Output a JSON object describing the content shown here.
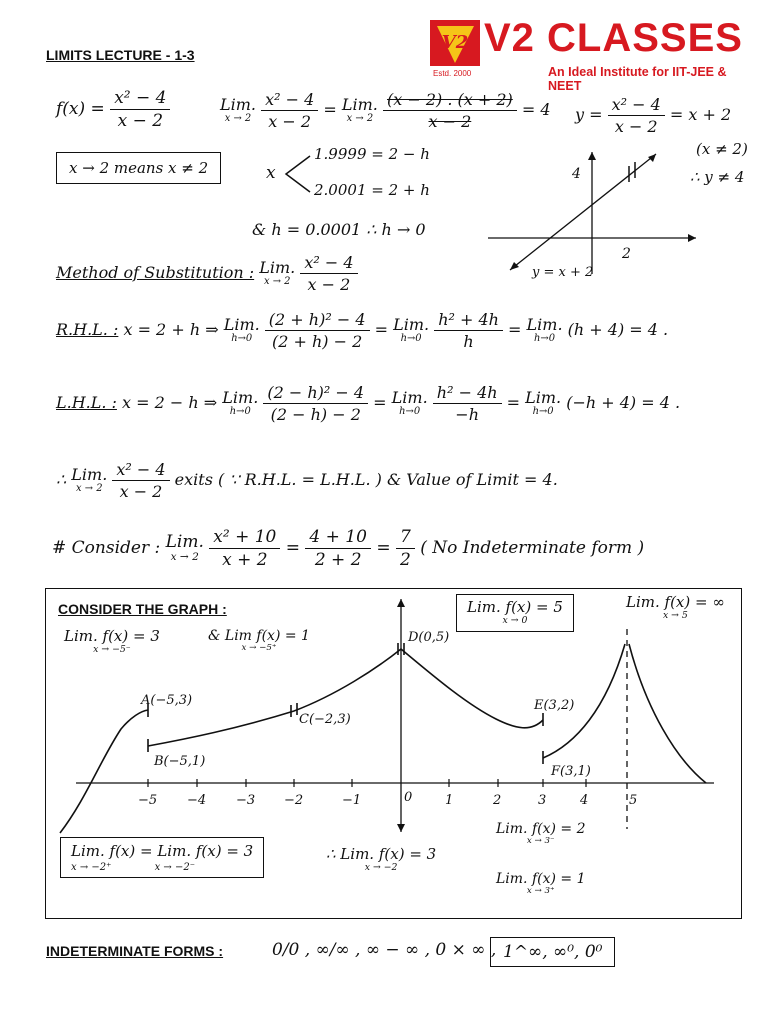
{
  "header": {
    "title": "LIMITS LECTURE - 1-3",
    "logo_text": "V2 CLASSES",
    "logo_tagline": "An Ideal Institute for IIT-JEE & NEET",
    "logo_estd": "Estd. 2000",
    "colors": {
      "brand_red": "#d71920"
    }
  },
  "row1": {
    "fx": "f(x) =",
    "fx_num": "x² − 4",
    "fx_den": "x − 2",
    "lim_word": "Lim.",
    "lim_sub": "x → 2",
    "lim_num": "x² − 4",
    "lim_den": "x − 2",
    "eq": "=",
    "factored_num": "(x − 2) . (x + 2)",
    "factored_den": "x − 2",
    "result": "= 4",
    "y_eq": "y =",
    "y_num": "x² − 4",
    "y_den": "x − 2",
    "y_rhs": "= x + 2",
    "note1": "(x ≠ 2)",
    "note2": "∴ y ≠ 4"
  },
  "row2": {
    "box_text": "x → 2  means  x ≠ 2",
    "x_var": "x",
    "approach_left": "1.9999 = 2 − h",
    "approach_right": "2.0001 = 2 + h",
    "h_line": "& h = 0.0001 ∴ h → 0"
  },
  "small_graph": {
    "y_tick": "4",
    "x_tick": "2",
    "line_label": "y = x + 2"
  },
  "substitution": {
    "heading": "Method of Substitution :",
    "lim_word": "Lim.",
    "lim_sub": "x → 2",
    "num": "x² − 4",
    "den": "x − 2"
  },
  "rhl": {
    "label": "R.H.L. :",
    "sub": "x = 2 + h  ⇒",
    "lim_word": "Lim.",
    "lim_sub": "h→0",
    "num1": "(2 + h)² − 4",
    "den1": "(2 + h) − 2",
    "num2": "h² + 4h",
    "den2": "h",
    "tail": "(h + 4) = 4 ."
  },
  "lhl": {
    "label": "L.H.L. :",
    "sub": "x = 2 − h  ⇒",
    "lim_word": "Lim.",
    "lim_sub": "h→0",
    "num1": "(2 − h)² − 4",
    "den1": "(2 − h) − 2",
    "num2": "h² − 4h",
    "den2": "−h",
    "tail": "(−h + 4) = 4 ."
  },
  "conclusion": {
    "therefore": "∴",
    "lim_word": "Lim.",
    "lim_sub": "x → 2",
    "num": "x² − 4",
    "den": "x − 2",
    "text": "exits ( ∵ R.H.L. = L.H.L. ) & Value of Limit = 4."
  },
  "consider": {
    "prefix": "# Consider :",
    "lim_word": "Lim.",
    "lim_sub": "x → 2",
    "num": "x² + 10",
    "den": "x + 2",
    "num2": "4 + 10",
    "den2": "2 + 2",
    "num3": "7",
    "den3": "2",
    "note": "( No Indeterminate form )"
  },
  "graph_section": {
    "heading": "CONSIDER THE GRAPH :",
    "lim_left": "Lim. f(x) = 3",
    "lim_left_sub": "x → −5⁻",
    "lim_left_and": "& Lim f(x) = 1",
    "lim_left_and_sub": "x → −5⁺",
    "box_lim": "Lim. f(x) = 5",
    "box_lim_sub": "x → 0",
    "lim_inf": "Lim. f(x) = ∞",
    "lim_inf_sub": "x → 5",
    "point_A": "A(−5,3)",
    "point_B": "B(−5,1)",
    "point_C": "C(−2,3)",
    "point_D": "D(0,5)",
    "point_E": "E(3,2)",
    "point_F": "F(3,1)",
    "x_ticks": [
      "−5",
      "−4",
      "−3",
      "−2",
      "−1",
      "0",
      "1",
      "2",
      "3",
      "4",
      "5"
    ],
    "bottom_box": "Lim. f(x) = Lim. f(x) = 3",
    "bottom_box_sub1": "x → −2⁺",
    "bottom_box_sub2": "x → −2⁻",
    "bottom_mid": "∴  Lim. f(x) = 3",
    "bottom_mid_sub": "x → −2",
    "bottom_right1": "Lim. f(x) = 2",
    "bottom_right1_sub": "x → 3⁻",
    "bottom_right2": "Lim. f(x) = 1",
    "bottom_right2_sub": "x → 3⁺"
  },
  "indeterminate": {
    "heading": "INDETERMINATE FORMS :",
    "forms": "0/0 , ∞/∞ , ∞ − ∞ , 0 × ∞ ,",
    "boxed": "1^∞, ∞⁰, 0⁰"
  }
}
